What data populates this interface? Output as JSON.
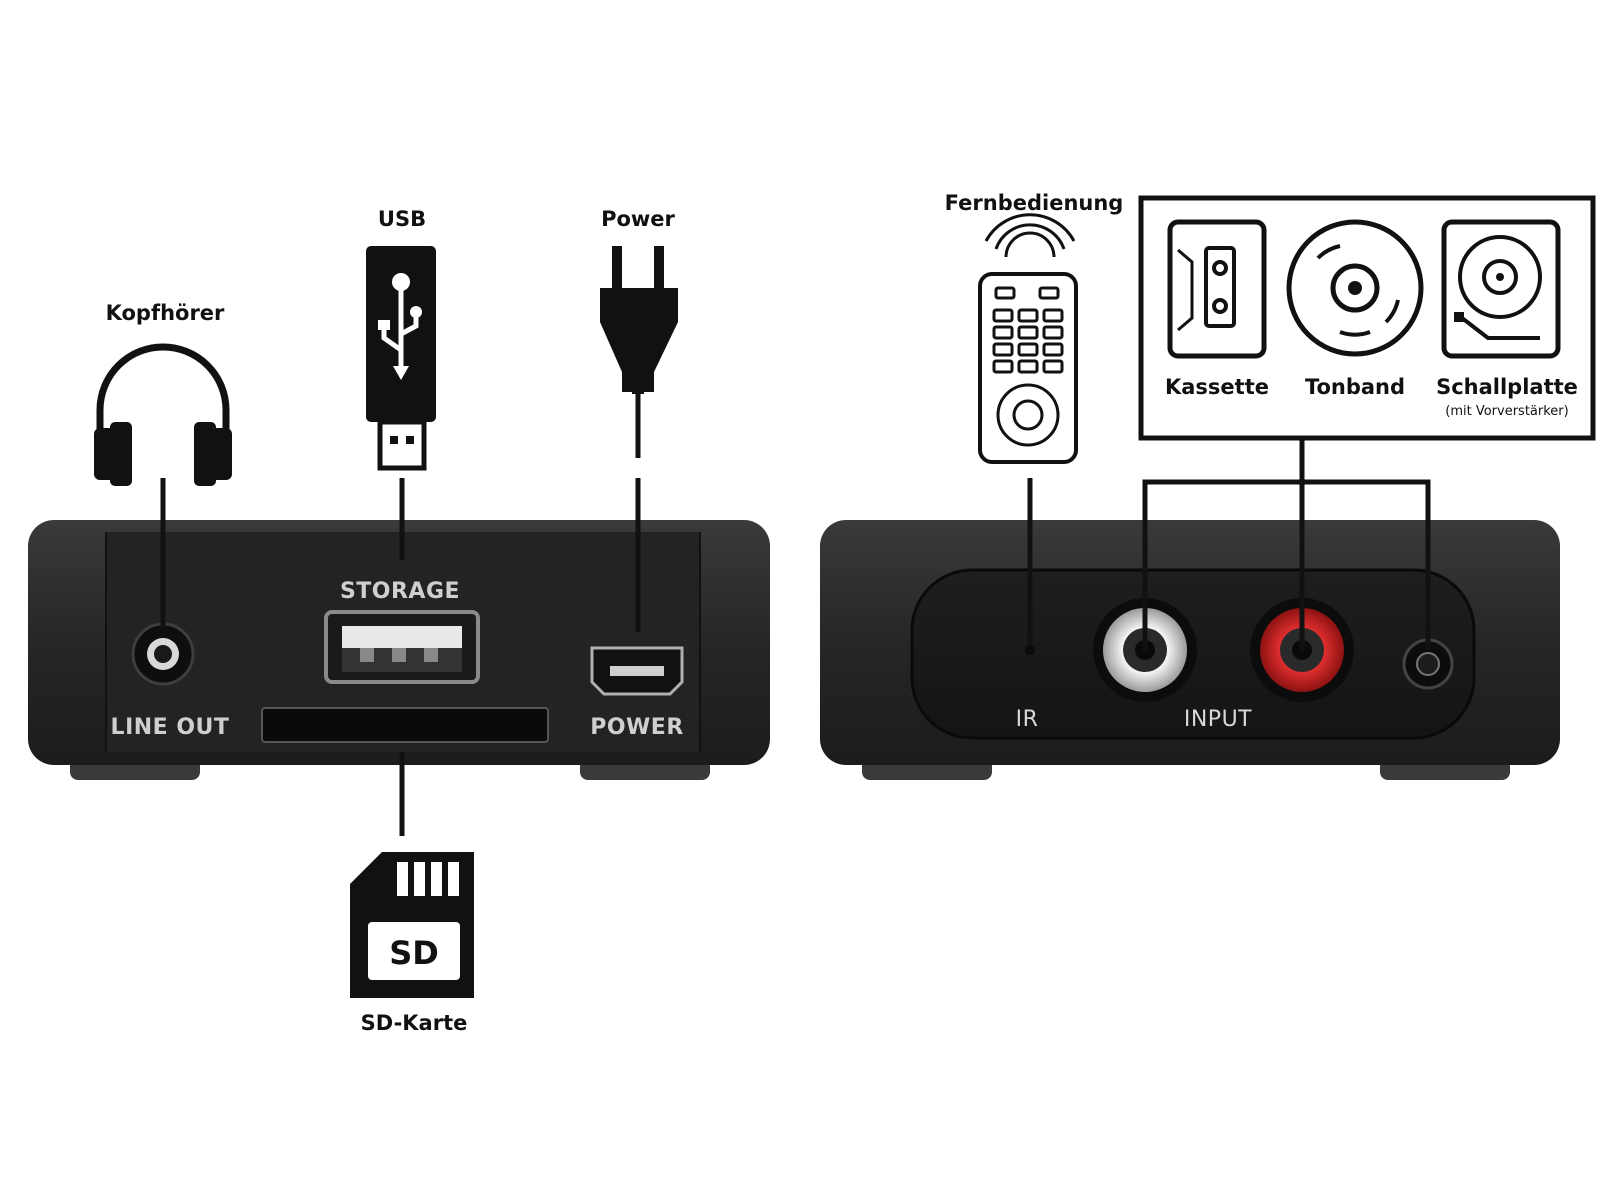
{
  "labels": {
    "kopfhoerer": "Kopfhörer",
    "usb": "USB",
    "power": "Power",
    "sd_karte": "SD-Karte",
    "fernbedienung": "Fernbedienung",
    "kassette": "Kassette",
    "tonband": "Tonband",
    "schallplatte": "Schallplatte",
    "schallplatte_sub": "(mit Vorverstärker)"
  },
  "device_front": {
    "storage": "STORAGE",
    "line_out": "LINE OUT",
    "power": "POWER"
  },
  "device_back": {
    "ir": "IR",
    "input": "INPUT"
  },
  "icons": {
    "sd_card": "SD"
  },
  "colors": {
    "device_body": "#2b2b2b",
    "rca_red": "#d92424",
    "rca_white": "#e6e6e6",
    "line": "#111111"
  }
}
